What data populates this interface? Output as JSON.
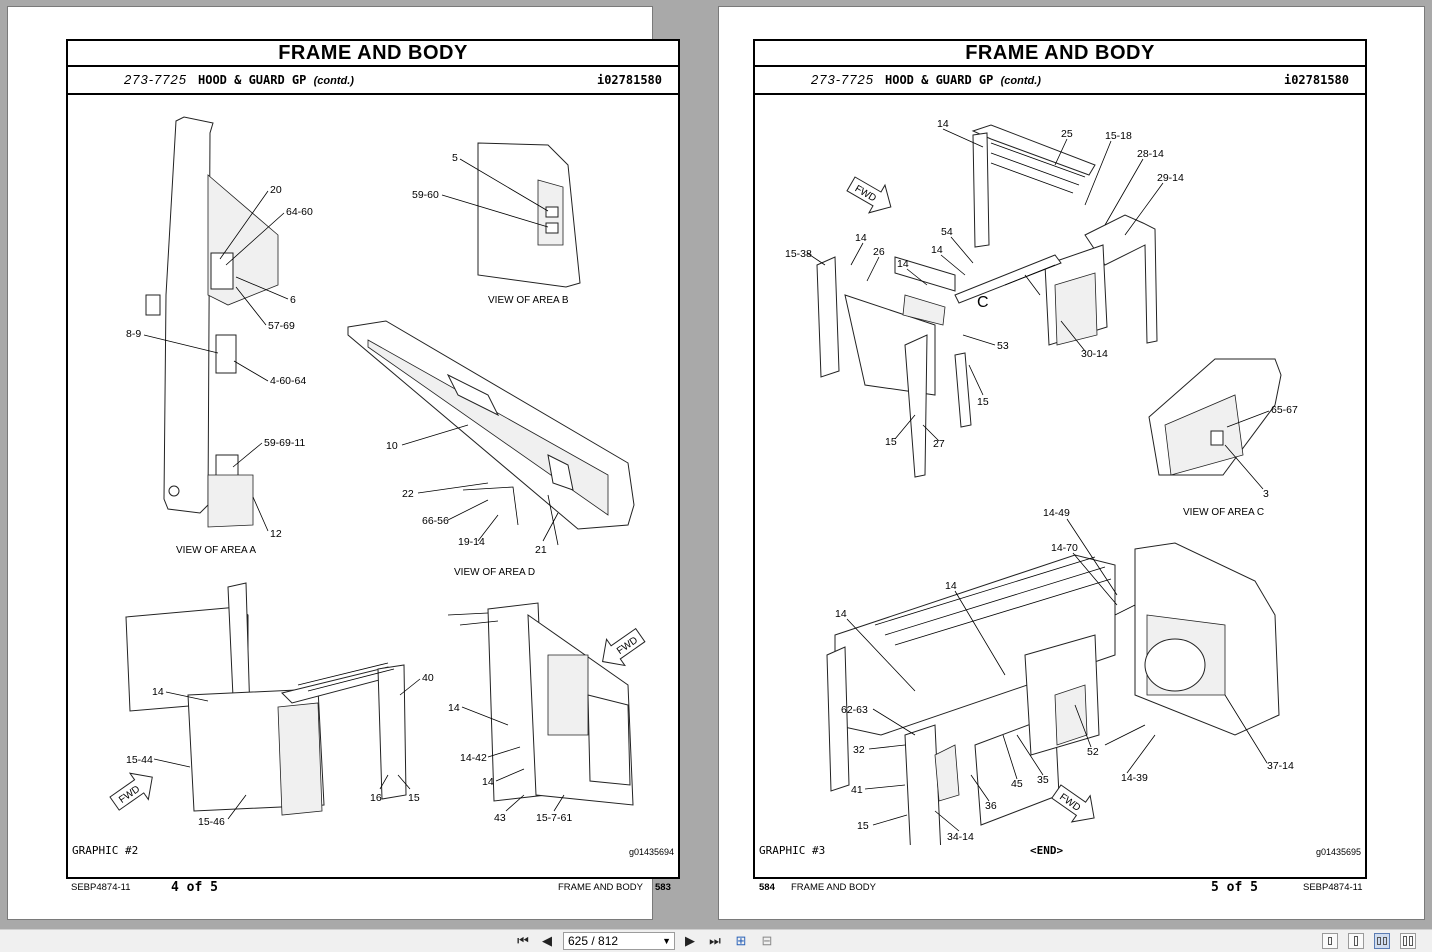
{
  "left_page": {
    "title": "FRAME AND BODY",
    "part_number": "273-7725",
    "part_name": "HOOD & GUARD GP",
    "contd": "(contd.)",
    "doc_id": "i02781580",
    "graphic": "GRAPHIC #2",
    "graphic_id": "g01435694",
    "footer_code": "SEBP4874-11",
    "footer_section": "FRAME AND BODY",
    "footer_page": "583",
    "of": "4 of 5",
    "captions": {
      "a": "VIEW OF AREA A",
      "b": "VIEW OF AREA B",
      "d": "VIEW OF AREA D"
    },
    "fwd": "FWD",
    "callouts": [
      "20",
      "64-60",
      "6",
      "57-69",
      "8-9",
      "4-60-64",
      "59-69-11",
      "12",
      "5",
      "59-60",
      "10",
      "22",
      "66-56",
      "19-14",
      "21",
      "14",
      "15-44",
      "15-46",
      "40",
      "16",
      "15",
      "14",
      "14-42",
      "14",
      "43",
      "15-7-61"
    ]
  },
  "right_page": {
    "title": "FRAME AND BODY",
    "part_number": "273-7725",
    "part_name": "HOOD & GUARD GP",
    "contd": "(contd.)",
    "doc_id": "i02781580",
    "graphic": "GRAPHIC #3",
    "end": "<END>",
    "graphic_id": "g01435695",
    "footer_page": "584",
    "footer_section": "FRAME AND BODY",
    "of": "5 of 5",
    "footer_code": "SEBP4874-11",
    "captions": {
      "c": "VIEW OF AREA C",
      "c_marker": "C"
    },
    "fwd": "FWD",
    "callouts": [
      "14",
      "25",
      "15-18",
      "28-14",
      "29-14",
      "15-38",
      "14",
      "26",
      "54",
      "14",
      "14",
      "53",
      "15",
      "30-14",
      "15",
      "27",
      "65-67",
      "3",
      "14-49",
      "14-70",
      "14",
      "14",
      "62-63",
      "32",
      "41",
      "15",
      "36",
      "34-14",
      "45",
      "35",
      "52",
      "14-39",
      "37-14"
    ]
  },
  "toolbar": {
    "page_value": "625 / 812",
    "icons": [
      "first-page-icon",
      "prev-page-icon",
      "next-page-icon",
      "last-page-icon",
      "fit-page-icon",
      "fit-width-icon",
      "single-page-icon",
      "continuous-icon",
      "facing-icon",
      "facing-continuous-icon"
    ]
  }
}
